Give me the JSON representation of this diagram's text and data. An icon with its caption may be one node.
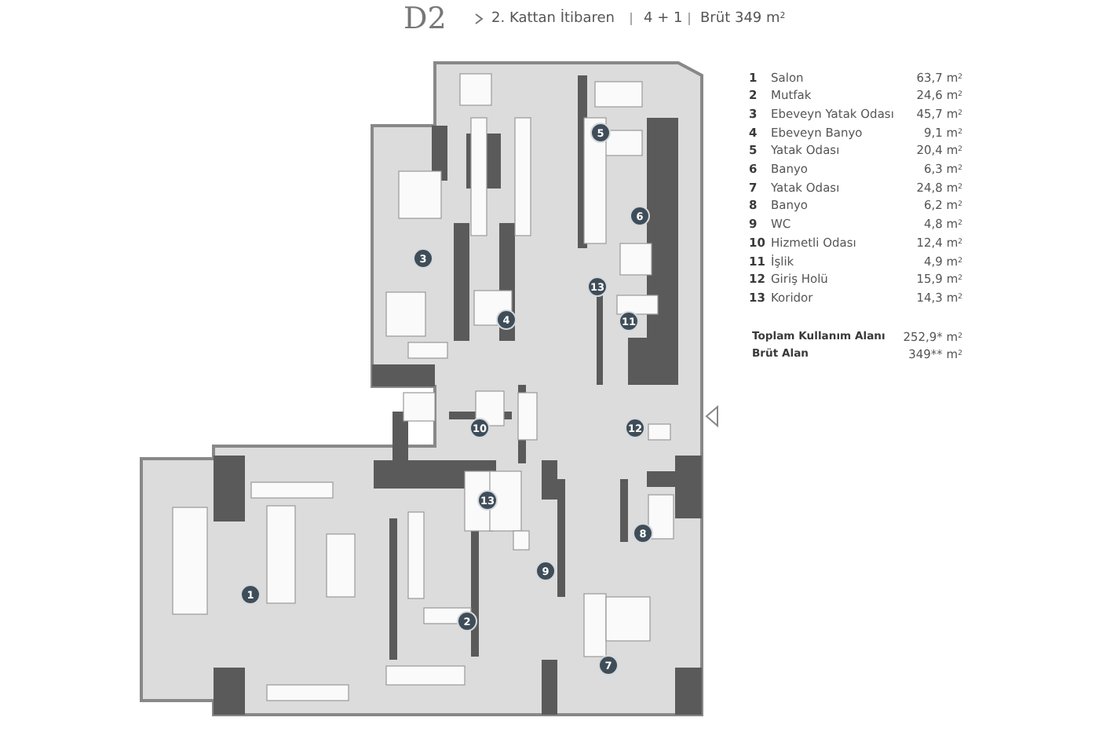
{
  "diagram": {
    "title": "D2",
    "labels": [
      "2. Kattan İtibaren",
      "4 + 1",
      "Brüt 349 m$^{2}$",
      "1",
      "Salon",
      "63,7 m$^{2}$",
      "2",
      "Mutfak",
      "24,6 m$^{2}$",
      "3",
      "Ebeveyn Yatak Odası",
      "45,7 m$^{2}$",
      "4",
      "Ebeveyn Banyo",
      "9,1 m$^{2}$",
      "5",
      "Yatak Odası",
      "20,4 m$^{2}$",
      "6",
      "Banyo",
      "6,3 m$^{2}$",
      "7",
      "Yatak Odası",
      "24,8 m$^{2}$",
      "8",
      "Banyo",
      "6,2 m$^{2}$",
      "9",
      "WC",
      "4,8 m$^{2}$",
      "10",
      "Hizmetli Odası",
      "12,4 m$^{2}$",
      "11",
      "İşlik",
      "4,9 m$^{2}$",
      "12",
      "Giriş Holü",
      "15,9 m$^{2}$",
      "13",
      "Koridor",
      "14,3 m$^{2}$",
      "Toplam Kullanım Alanı",
      "252,9* m$^{2}$",
      "Brüt Alan",
      "349** m$^{2}$",
      "5",
      "6",
      "3",
      "13",
      "4",
      "11",
      "10",
      "12",
      "13",
      "8",
      "9",
      "1",
      "2",
      "7"
    ]
  }
}
